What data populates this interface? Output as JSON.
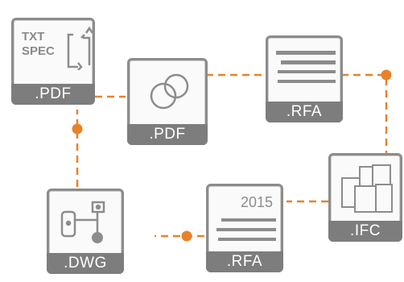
{
  "nodes": {
    "spec_pdf": {
      "label": ".PDF",
      "lines": [
        "TXT",
        "SPEC"
      ]
    },
    "pdf": {
      "label": ".PDF"
    },
    "rfa_top": {
      "label": ".RFA"
    },
    "ifc": {
      "label": ".IFC"
    },
    "rfa_2015": {
      "label": ".RFA",
      "year": "2015"
    },
    "dwg": {
      "label": ".DWG"
    }
  },
  "colors": {
    "accent": "#e8822a",
    "border": "#8c8c8c",
    "badge": "#7d7d7d"
  },
  "icons": [
    "text-spec-icon",
    "circles-icon",
    "stacked-lines-icon",
    "layered-sheets-icon",
    "cad-drawing-icon"
  ]
}
